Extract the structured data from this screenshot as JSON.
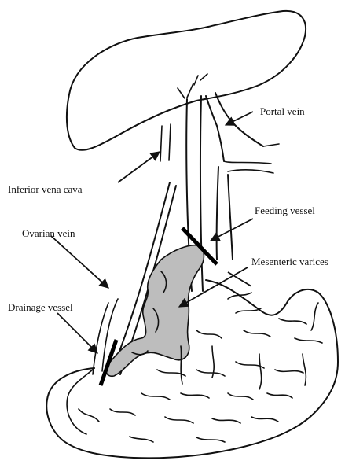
{
  "labels": {
    "portal_vein": "Portal vein",
    "inferior_vena_cava": "Inferior vena cava",
    "feeding_vessel": "Feeding vessel",
    "ovarian_vein": "Ovarian vein",
    "mesenteric_varices": "Mesenteric varices",
    "drainage_vessel": "Drainage vessel"
  },
  "colors": {
    "ink": "#111111",
    "varices_fill": "#bdbdbd",
    "background": "#ffffff"
  }
}
